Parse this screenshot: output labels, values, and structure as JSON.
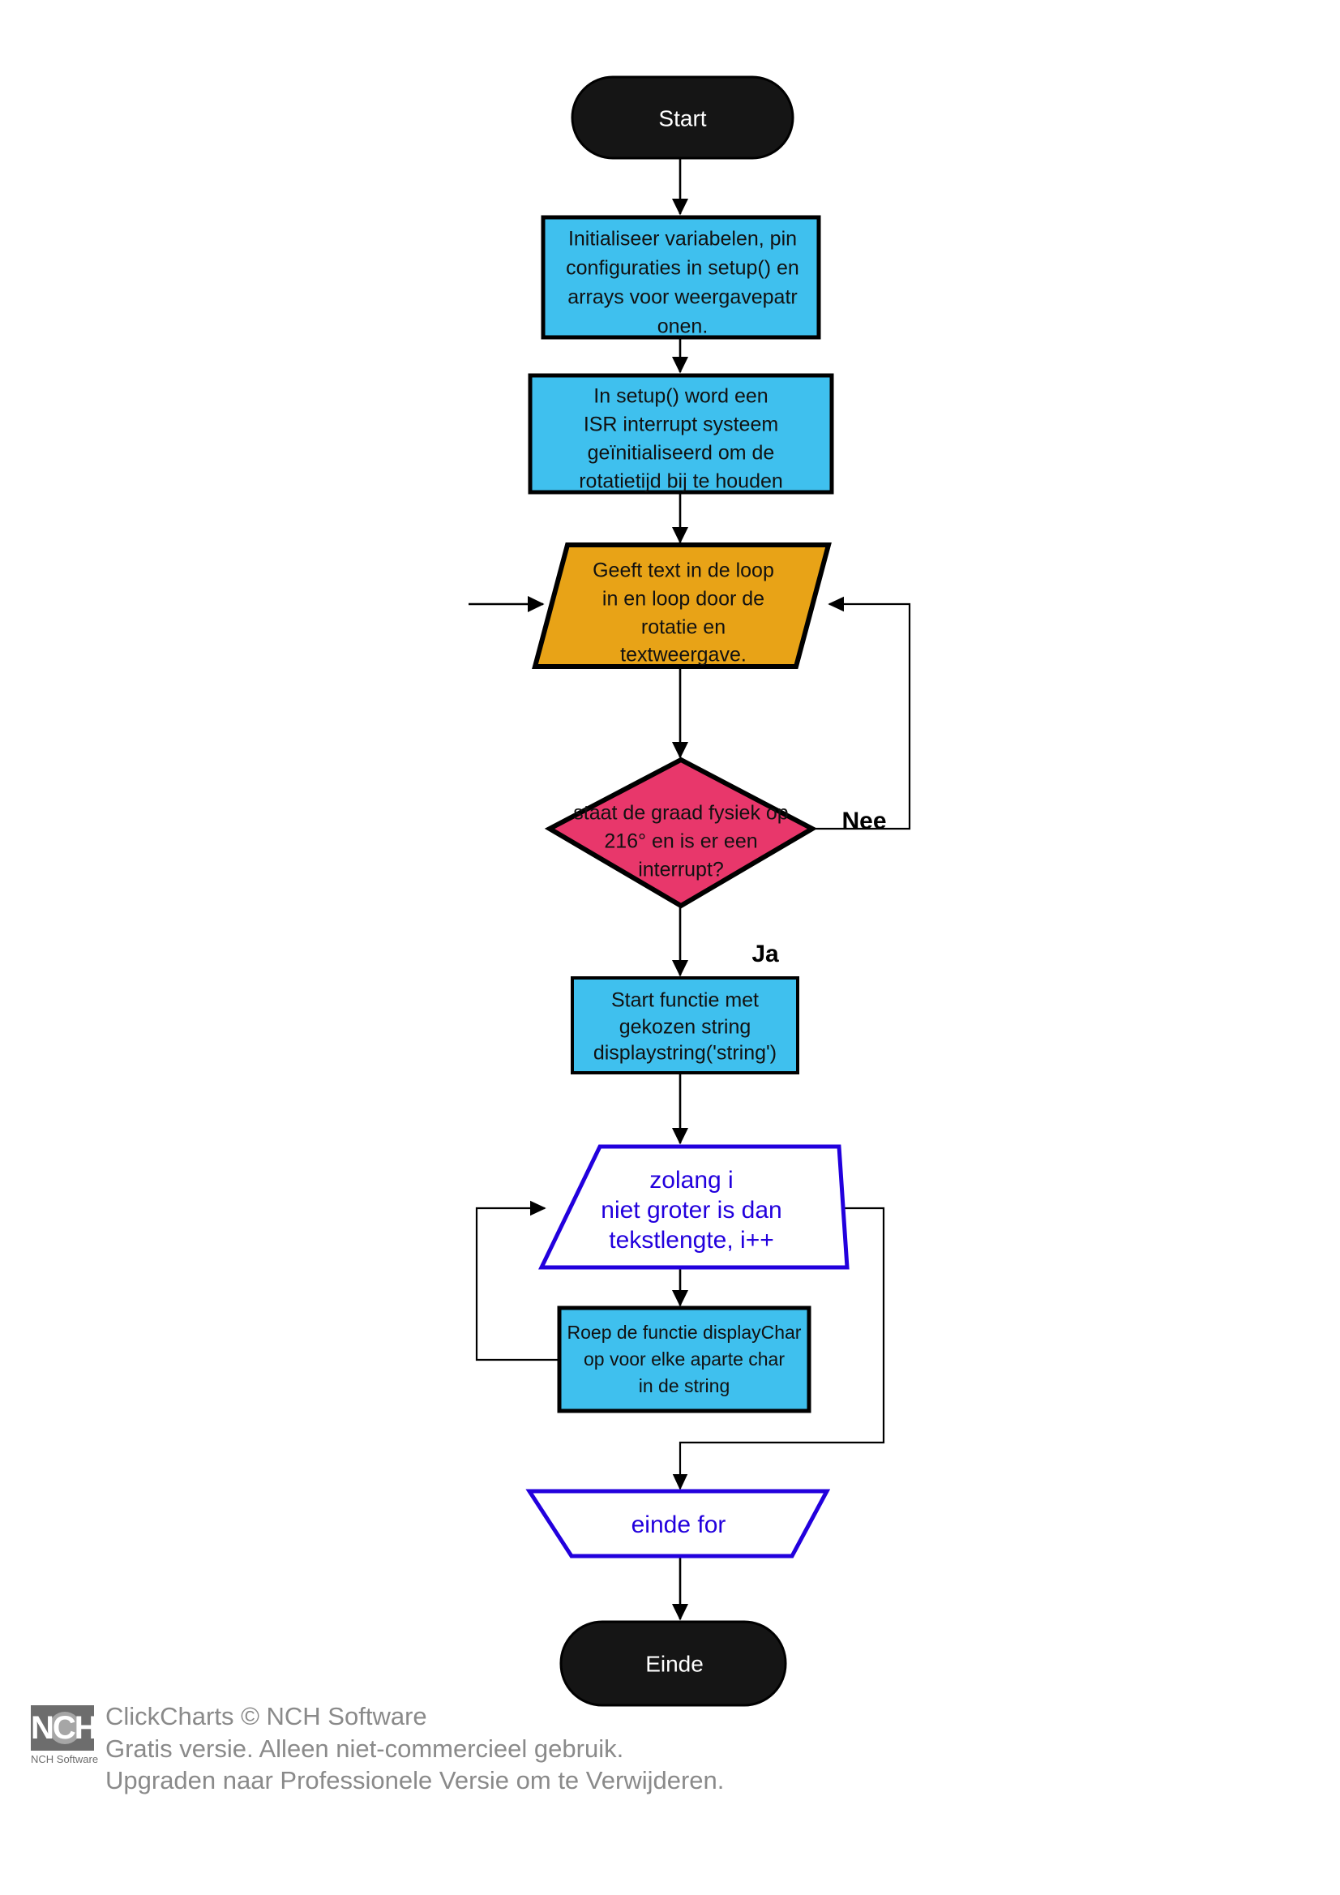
{
  "chart_data": {
    "type": "diagram",
    "title": "Arduino rotating text display flowchart (ClickCharts)",
    "language": "nl",
    "nodes": [
      {
        "id": "start",
        "shape": "terminator",
        "label": "Start",
        "fill": "#151515",
        "stroke": "#000000",
        "text_color": "#ffffff"
      },
      {
        "id": "init",
        "shape": "process",
        "label": "Initialiseer variabelen, pin configuraties in setup() en arrays voor weergavepatr onen.",
        "fill": "#3FC0EE",
        "stroke": "#000000",
        "text_color": "#111111"
      },
      {
        "id": "isr",
        "shape": "process",
        "label": "In setup() word een ISR interrupt systeem geïnitialiseerd om de rotatietijd bij te houden",
        "fill": "#3FC0EE",
        "stroke": "#000000",
        "text_color": "#111111"
      },
      {
        "id": "loop",
        "shape": "parallelogram",
        "label": "Geeft text in de loop in en loop door de rotatie en textweergave.",
        "fill": "#E8A317",
        "stroke": "#000000",
        "text_color": "#111111"
      },
      {
        "id": "decision",
        "shape": "diamond",
        "label": "staat de graad fysiek op 216° en is er een interrupt?",
        "fill": "#E8376B",
        "stroke": "#000000",
        "text_color": "#111111"
      },
      {
        "id": "startfunc",
        "shape": "process",
        "label": "Start functie met gekozen string displaystring('string')",
        "fill": "#3FC0EE",
        "stroke": "#000000",
        "text_color": "#111111"
      },
      {
        "id": "forstart",
        "shape": "trapezoid",
        "label": "zolang i niet groter is dan tekstlengte, i++",
        "fill": "#ffffff",
        "stroke": "#2200dd",
        "text_color": "#2200dd"
      },
      {
        "id": "displaychar",
        "shape": "process",
        "label": "Roep de functie displayChar op voor elke aparte char in de string",
        "fill": "#3FC0EE",
        "stroke": "#000000",
        "text_color": "#111111"
      },
      {
        "id": "forend",
        "shape": "trapezoid-inverted",
        "label": "einde for",
        "fill": "#ffffff",
        "stroke": "#2200dd",
        "text_color": "#2200dd"
      },
      {
        "id": "einde",
        "shape": "terminator",
        "label": "Einde",
        "fill": "#151515",
        "stroke": "#000000",
        "text_color": "#ffffff"
      }
    ],
    "edges": [
      {
        "from": "start",
        "to": "init",
        "label": ""
      },
      {
        "from": "init",
        "to": "isr",
        "label": ""
      },
      {
        "from": "isr",
        "to": "loop",
        "label": ""
      },
      {
        "from": "stub-left",
        "to": "loop",
        "label": ""
      },
      {
        "from": "loop",
        "to": "decision",
        "label": ""
      },
      {
        "from": "decision",
        "to": "loop",
        "label": "Nee"
      },
      {
        "from": "decision",
        "to": "startfunc",
        "label": "Ja"
      },
      {
        "from": "startfunc",
        "to": "forstart",
        "label": ""
      },
      {
        "from": "forstart",
        "to": "displaychar",
        "label": ""
      },
      {
        "from": "displaychar",
        "to": "forstart",
        "label": ""
      },
      {
        "from": "forstart",
        "to": "forend",
        "label": ""
      },
      {
        "from": "forend",
        "to": "einde",
        "label": ""
      }
    ]
  },
  "nodes": {
    "start": {
      "label": "Start"
    },
    "init": {
      "lines": [
        "Initialiseer variabelen, pin",
        "configuraties in setup() en",
        "arrays voor weergavepatr",
        "onen."
      ]
    },
    "isr": {
      "lines": [
        "In setup() word een",
        "ISR interrupt systeem",
        "geïnitialiseerd om de",
        "rotatietijd bij te houden"
      ]
    },
    "loop": {
      "lines": [
        "Geeft text in de loop",
        "in en loop door de",
        "rotatie en",
        "textweergave."
      ]
    },
    "decision": {
      "lines": [
        "staat de graad fysiek op",
        "216° en is er een",
        "interrupt?"
      ]
    },
    "startfunc": {
      "lines": [
        "Start functie met",
        "gekozen string",
        "displaystring('string')"
      ]
    },
    "forstart": {
      "lines": [
        "zolang i",
        "niet groter is dan",
        "tekstlengte, i++"
      ]
    },
    "displaychar": {
      "lines": [
        "Roep de functie displayChar",
        "op voor elke aparte char",
        "in de string"
      ]
    },
    "forend": {
      "label": "einde for"
    },
    "einde": {
      "label": "Einde"
    }
  },
  "branch_labels": {
    "nee": "Nee",
    "ja": "Ja"
  },
  "footer": {
    "logo_letters": "NCH",
    "logo_caption": "NCH Software",
    "line1": "ClickCharts © NCH Software",
    "line2": "Gratis versie. Alleen niet-commercieel gebruik.",
    "line3": "Upgraden naar Professionele Versie om te Verwijderen."
  },
  "colors": {
    "process_blue": "#3FC0EE",
    "decision_pink": "#E8376B",
    "io_orange": "#E8A317",
    "terminator_black": "#151515",
    "loop_outline_blue": "#2200dd",
    "connector_black": "#000000",
    "watermark_gray": "#8a8a8a"
  }
}
